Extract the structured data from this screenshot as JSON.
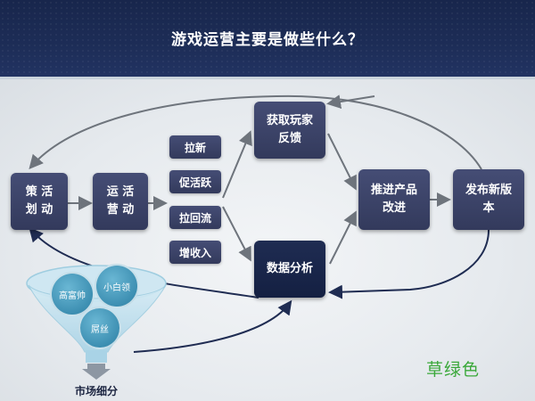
{
  "title": "游戏运营主要是做些什么？",
  "nodes": {
    "planning": "策 活\n划 动",
    "operations": "运 活\n营 动",
    "feedback": "获取玩家\n反馈",
    "analysis": "数据分析",
    "improve": "推进产品\n改进",
    "release": "发布新版\n本"
  },
  "tasks": [
    "拉新",
    "促活跃",
    "拉回流",
    "增收入"
  ],
  "segments": [
    "高富帅",
    "小白领",
    "屌丝"
  ],
  "segment_label": "市场细分",
  "watermark": "草绿色",
  "colors": {
    "header": "#1d2d57",
    "box": "#3b4266",
    "box_dark": "#1a2749",
    "circle": "#3d8fb2",
    "arrow": "#6e747c",
    "watermark": "#3aa83a"
  }
}
